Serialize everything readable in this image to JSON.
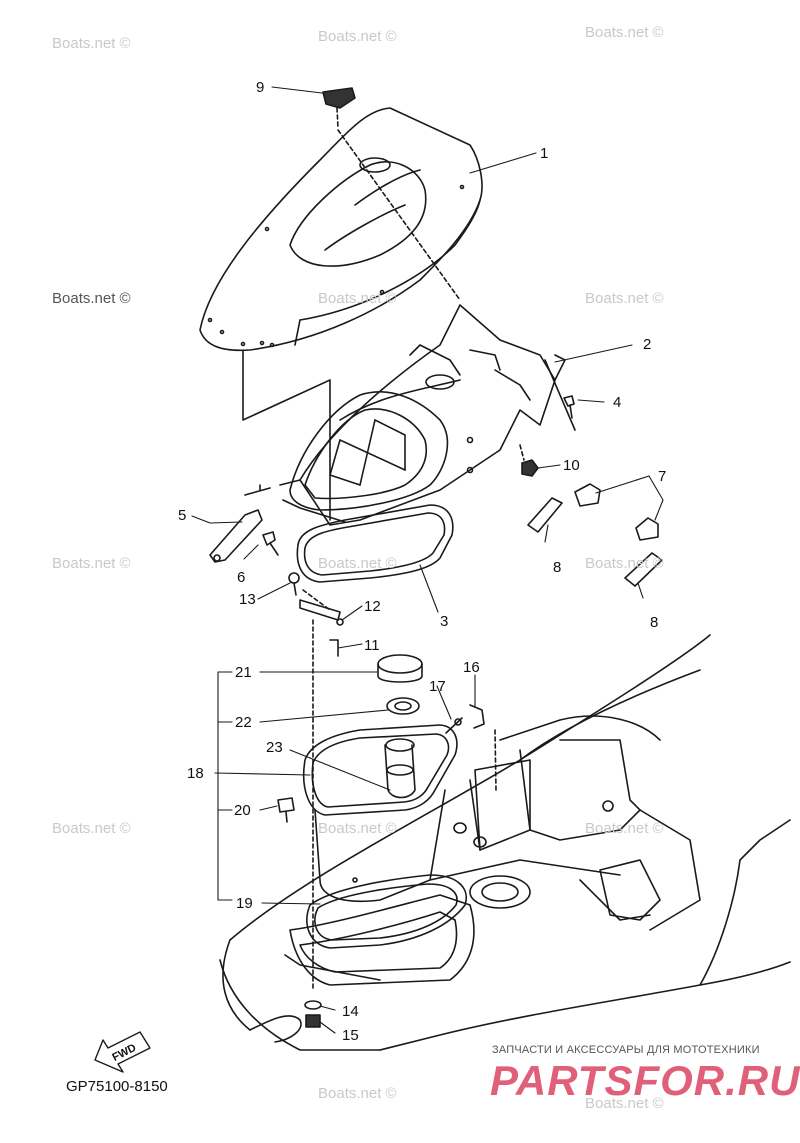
{
  "watermark": "Boats.net ©",
  "diagram_code": "GP75100-8150",
  "fwd_label": "FWD",
  "footer": {
    "tagline": "ЗАПЧАСТИ И АКСЕССУАРЫ ДЛЯ МОТОТЕХНИКИ",
    "brand": "PARTSFOR.RU"
  },
  "callouts": [
    "1",
    "2",
    "3",
    "4",
    "5",
    "6",
    "7",
    "8",
    "8",
    "9",
    "10",
    "11",
    "12",
    "13",
    "14",
    "15",
    "16",
    "17",
    "18",
    "19",
    "20",
    "21",
    "22",
    "23"
  ],
  "colors": {
    "line": "#1a1a1a",
    "watermark": "#c9c9c9",
    "brand": "#e0607a"
  }
}
